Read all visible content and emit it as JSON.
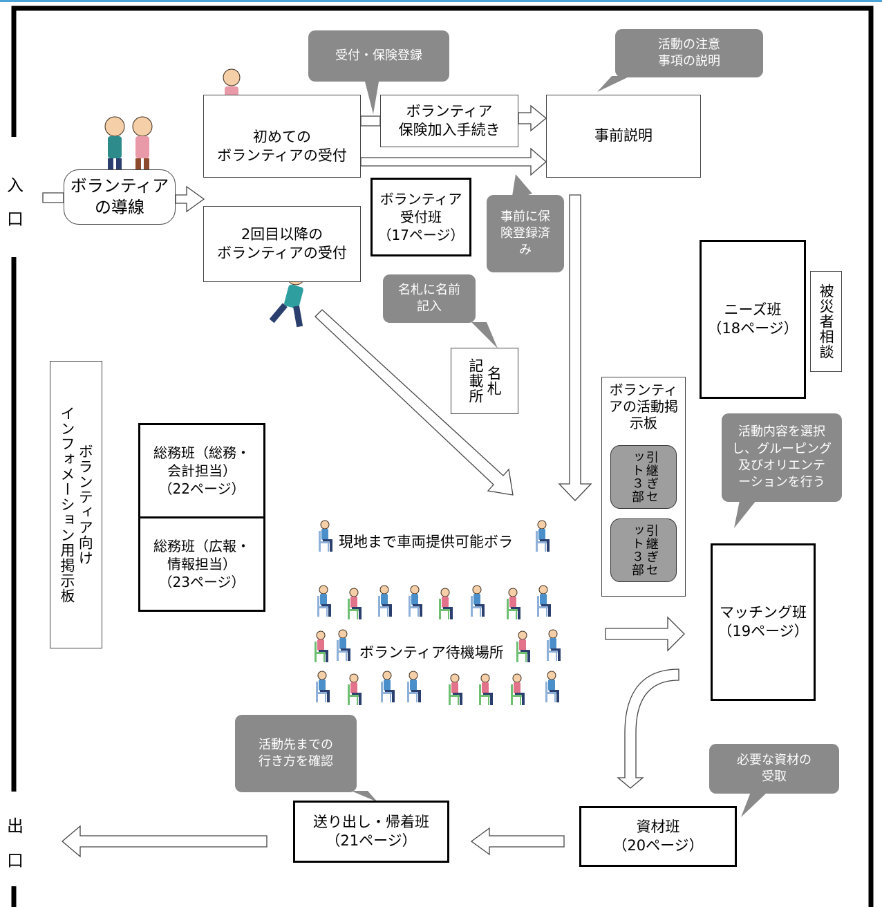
{
  "entrance": {
    "char1": "入",
    "char2": "口"
  },
  "exit": {
    "char1": "出",
    "char2": "口"
  },
  "flow": {
    "volunteer_path": "ボランティア\nの導線",
    "first_reception": "初めての\nボランティアの受付",
    "second_reception": "2回目以降の\nボランティアの受付",
    "insurance": "ボランティア\n保険加入手続き",
    "briefing": "事前説明",
    "reception_team": "ボランティア\n受付班\n（17ページ）",
    "name_tag": "名札\n記載所",
    "needs_team": "ニーズ班\n（18ページ）",
    "victim_consult": "被災者相談",
    "activity_board_title": "ボランティアの活動掲示板",
    "handover_set_1": "引継ぎセット３部",
    "handover_set_2": "引継ぎセット３部",
    "info_board": "ボランティア向け\nインフォメーション用掲示板",
    "general_affairs_accounting": "総務班（総務・\n会計担当）\n（22ページ）",
    "general_affairs_pr": "総務班（広報・\n情報担当）\n（23ページ）",
    "vehicle_volunteers": "現地まで車両提供可能ボラ",
    "waiting_area": "ボランティア待機場所",
    "matching_team": "マッチング班\n（19ページ）",
    "materials_team": "資材班\n（20ページ）",
    "send_off_team": "送り出し・帰着班\n（21ページ）"
  },
  "callouts": {
    "reception_insurance": "受付・保険登録",
    "activity_notes": "活動の注意\n事項の説明",
    "pre_registered": "事前に保\n険登録済\nみ",
    "name_entry": "名札に名前\n記入",
    "activity_selection": "活動内容を選択\nし、グルーピング\n及びオリエンテ\nーションを行う",
    "materials_receipt": "必要な資材の\n受取",
    "route_check": "活動先までの\n行き方を確認"
  },
  "colors": {
    "callout": "#8a8a8a",
    "frame": "#000000",
    "header_line": "#4ca3d8"
  }
}
